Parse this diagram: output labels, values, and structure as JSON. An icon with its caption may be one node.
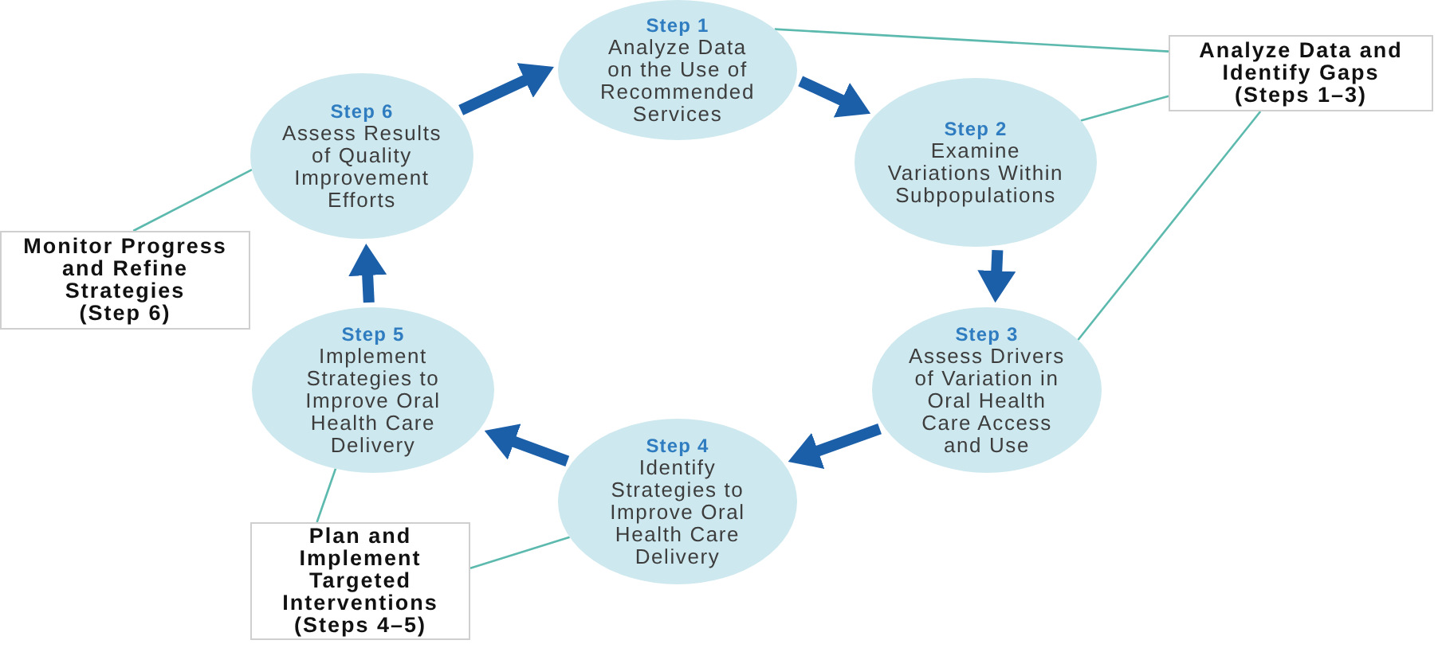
{
  "diagram": {
    "nodes": [
      {
        "text": [
          "Step 1",
          "Analyze Data on the Use of Recommended Services"
        ]
      },
      {
        "text": [
          "Step 2",
          "Examine Variations Within Subpopulations"
        ]
      },
      {
        "text": [
          "Step 3",
          "Assess Drivers of Variation in Oral Health Care Access and Use"
        ]
      },
      {
        "text": [
          "Step 4",
          "Identify Strategies to Improve Oral Health Care Delivery"
        ]
      },
      {
        "text": [
          "Step 5",
          "Implement Strategies to Improve Oral Health Care Delivery"
        ]
      },
      {
        "text": [
          "Step 6",
          "Assess Results of Quality Improvement Efforts"
        ]
      },
      {
        "text": [
          "Analyze Data and Identify Gaps",
          "(Steps 1–3)"
        ]
      },
      {
        "text": [
          "Monitor Progress and Refine Strategies",
          "(Step 6)"
        ]
      },
      {
        "text": [
          "Plan and Implement Targeted Interventions",
          "(Steps 4–5)"
        ]
      }
    ],
    "edges": [
      {
        "from": 5,
        "to": 0,
        "arrow": "to",
        "style": "thick"
      },
      {
        "from": 0,
        "to": 1,
        "arrow": "to",
        "style": "thick"
      },
      {
        "from": 1,
        "to": 2,
        "arrow": "to",
        "style": "thick"
      },
      {
        "from": 2,
        "to": 3,
        "arrow": "to",
        "style": "thick"
      },
      {
        "from": 3,
        "to": 4,
        "arrow": "to",
        "style": "thick"
      },
      {
        "from": 4,
        "to": 5,
        "arrow": "to",
        "style": "thick"
      },
      {
        "from": 6,
        "to": 0,
        "arrow": "none",
        "color": "#5cb9ae"
      },
      {
        "from": 6,
        "to": 1,
        "arrow": "none",
        "color": "#5cb9ae"
      },
      {
        "from": 6,
        "to": 2,
        "arrow": "none",
        "color": "#5cb9ae"
      },
      {
        "from": 7,
        "to": 5,
        "arrow": "none",
        "color": "#5cb9ae"
      },
      {
        "from": 8,
        "to": 4,
        "arrow": "none",
        "color": "#5cb9ae"
      },
      {
        "from": 8,
        "to": 3,
        "arrow": "none",
        "color": "#5cb9ae"
      }
    ]
  }
}
